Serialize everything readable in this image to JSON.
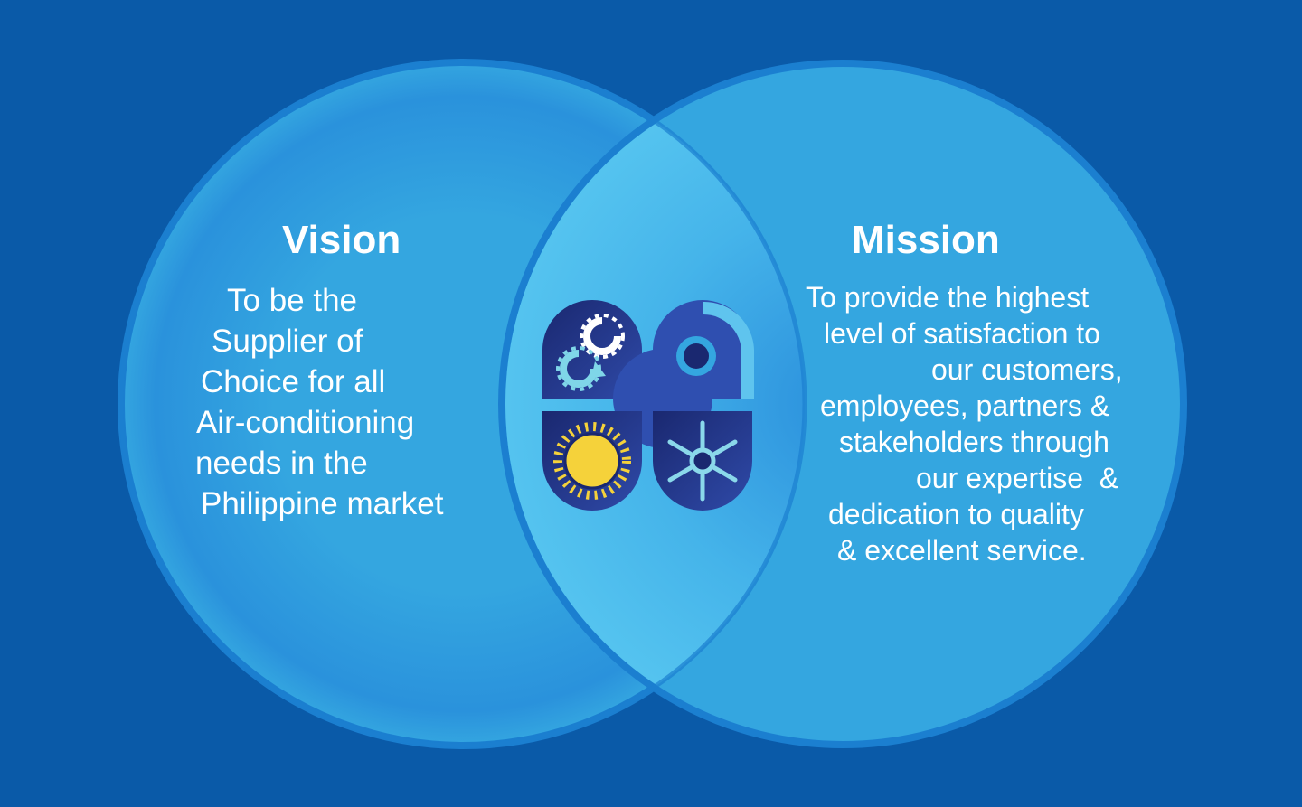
{
  "colors": {
    "background": "#0a5aa8",
    "circle": "#34a6e0",
    "overlap": "#5ccbf2",
    "ring": "#1b7fd0"
  },
  "vision": {
    "title": "Vision",
    "lines": [
      "To be the",
      "Supplier of",
      "Choice for all",
      "Air-conditioning",
      "needs in the",
      "Philippine market"
    ]
  },
  "mission": {
    "title": "Mission",
    "lines": [
      "To provide the highest",
      "level of satisfaction to",
      "our customers,",
      "employees, partners &",
      "stakeholders through",
      "our expertise  &",
      "dedication to quality",
      "& excellent service."
    ]
  },
  "logo": {
    "icons": [
      "gears-icon",
      "letter-a-icon",
      "sun-icon",
      "snowflake-icon"
    ]
  }
}
